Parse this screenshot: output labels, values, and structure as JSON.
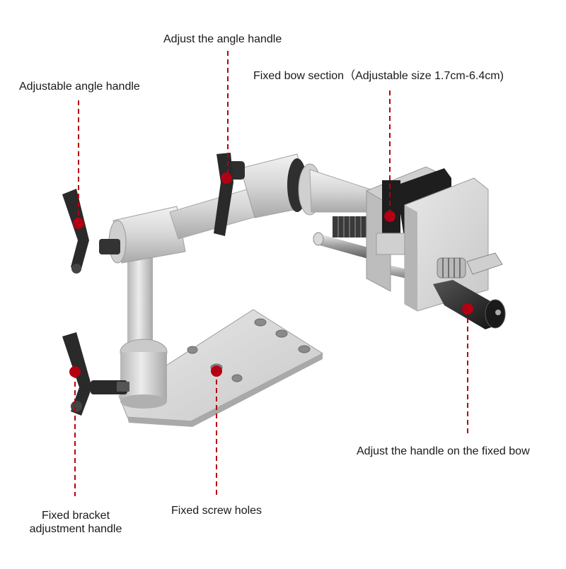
{
  "labels": {
    "adjustable_angle_handle": "Adjustable angle handle",
    "adjust_angle_handle": "Adjust the angle handle",
    "fixed_bow_section": "Fixed bow section（Adjustable size 1.7cm-6.4cm)",
    "adjust_handle_fixed_bow": "Adjust the handle on the fixed bow",
    "fixed_bracket_line1": "Fixed bracket",
    "fixed_bracket_line2": "adjustment handle",
    "fixed_screw_holes": "Fixed screw holes"
  },
  "colors": {
    "metal_light": "#d9d9d9",
    "metal_mid": "#c4c4c4",
    "metal_dark": "#9a9a9a",
    "handle_black": "#2a2a2a",
    "marker_red": "#b30012",
    "leader_red": "#b30012",
    "text": "#1a1a1a"
  },
  "icons": {
    "marker": "red-dot-marker"
  }
}
